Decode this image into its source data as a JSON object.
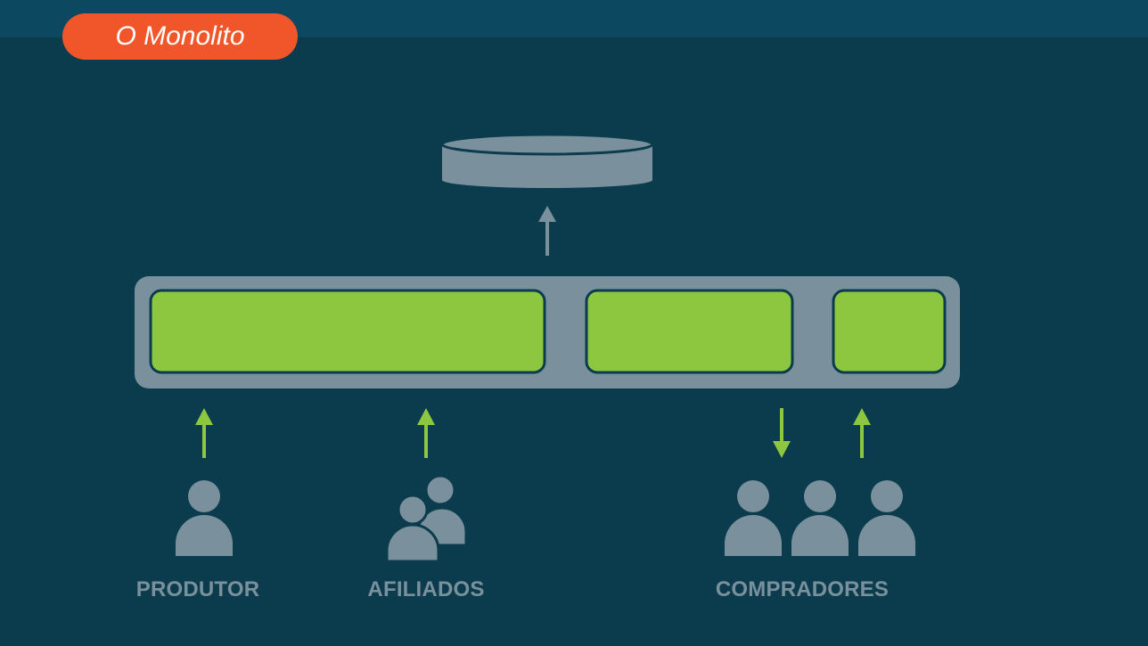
{
  "title": "O Monolito",
  "actors": {
    "produtor": "PRODUTOR",
    "afiliados": "AFILIADOS",
    "compradores": "COMPRADORES"
  },
  "colors": {
    "background": "#0b3c4e",
    "accent": "#f0562a",
    "module_green": "#8dc63f",
    "grey": "#7a909c"
  },
  "icons": [
    "database-icon",
    "user-icon",
    "users-group-icon"
  ]
}
